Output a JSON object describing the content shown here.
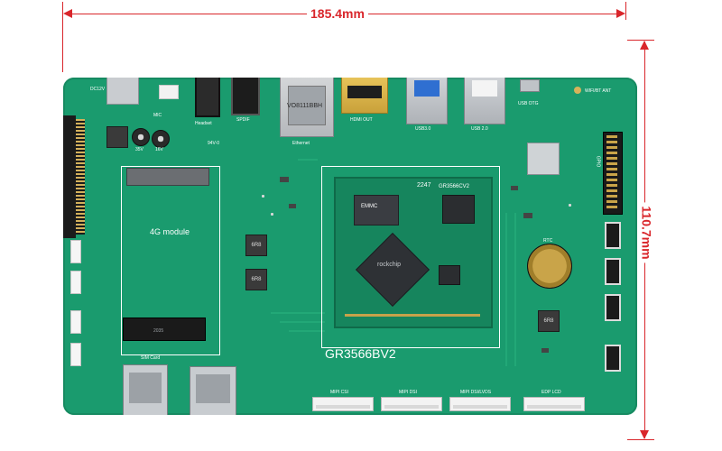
{
  "dimensions": {
    "width_label": "185.4mm",
    "height_label": "110.7mm"
  },
  "board": {
    "model": "GR3566BV2",
    "som_model": "GR3566CV2",
    "som_code": "2247",
    "module_label": "4G module",
    "silkscreen": {
      "dc": "DC12V",
      "mic": "MIC",
      "headset": "Headset",
      "spdif": "SPDIF",
      "ethernet": "Ethernet",
      "hdmi_out": "HDMI OUT",
      "usb3": "USB3.0",
      "usb2": "USB 2.0",
      "usb_otg": "USB OTG",
      "wifi_ant": "WIFI/BT ANT",
      "rtc": "RTC",
      "gpio": "GPIO",
      "mipi_csi": "MIPI CSI",
      "mipi_dsi": "MIPI DSI",
      "mipi_dsi_lvds": "MIPI DSI/LVDS",
      "edp_lcd": "EDP LCD",
      "sim_card": "SIM Card",
      "ethernet_chip": "VO8111BBH",
      "som_brand": "EMMC",
      "soc_brand": "rockchip",
      "inductor_1": "6R8",
      "inductor_2": "6R8",
      "inductor_3": "6R8",
      "m2_code": "2035",
      "vol_code": "94V-0",
      "cap_code_1": "35V",
      "cap_code_2": "16V"
    }
  }
}
